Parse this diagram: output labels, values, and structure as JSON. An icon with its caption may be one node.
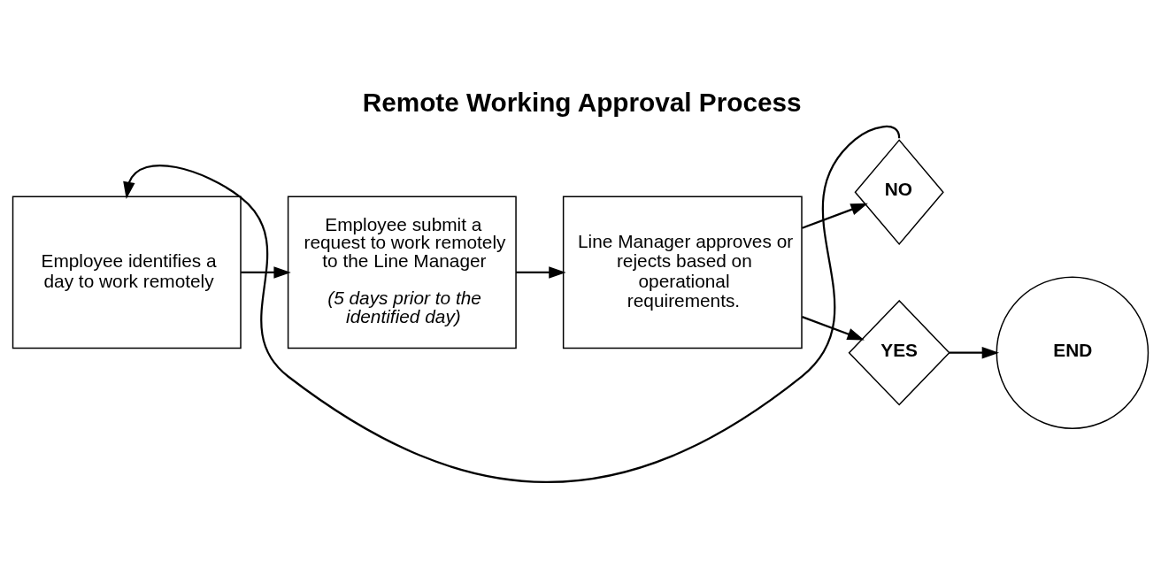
{
  "diagram": {
    "title": "Remote Working Approval Process",
    "nodes": [
      {
        "text": [
          "Employee identifies a day to work remotely"
        ]
      },
      {
        "text": [
          "Employee submit a request to work remotely to the Line Manager",
          "(5 days prior to the identified day)"
        ]
      },
      {
        "text": [
          "Line Manager approves or rejects based on operational requirements."
        ]
      },
      {
        "text": [
          "NO"
        ]
      },
      {
        "text": [
          "YES"
        ]
      },
      {
        "text": [
          "END"
        ]
      }
    ],
    "edges": [
      {
        "from": 0,
        "to": 1,
        "arrow": "to"
      },
      {
        "from": 1,
        "to": 2,
        "arrow": "to"
      },
      {
        "from": 2,
        "to": 4,
        "arrow": "to"
      },
      {
        "from": 2,
        "to": 3,
        "arrow": "to"
      },
      {
        "from": 3,
        "to": 0,
        "arrow": "to"
      },
      {
        "from": 4,
        "to": 5,
        "arrow": "to"
      }
    ]
  }
}
